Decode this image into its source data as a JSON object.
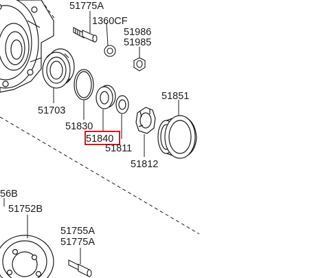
{
  "diagram": {
    "part_numbers": {
      "wheel_bolt_top": "51775A",
      "cf_part": "1360CF",
      "p51986": "51986",
      "p51985": "51985",
      "p51703": "51703",
      "p51830": "51830",
      "p51840": "51840",
      "p51811": "51811",
      "p51812": "51812",
      "p51851": "51851",
      "p56b": "56B",
      "p51752b": "51752B",
      "p51755a": "51755A",
      "p51775a_bottom": "51775A"
    },
    "highlighted_part": "51840",
    "highlight_color": "#e3101b",
    "line_color": "#1a1a1a"
  }
}
